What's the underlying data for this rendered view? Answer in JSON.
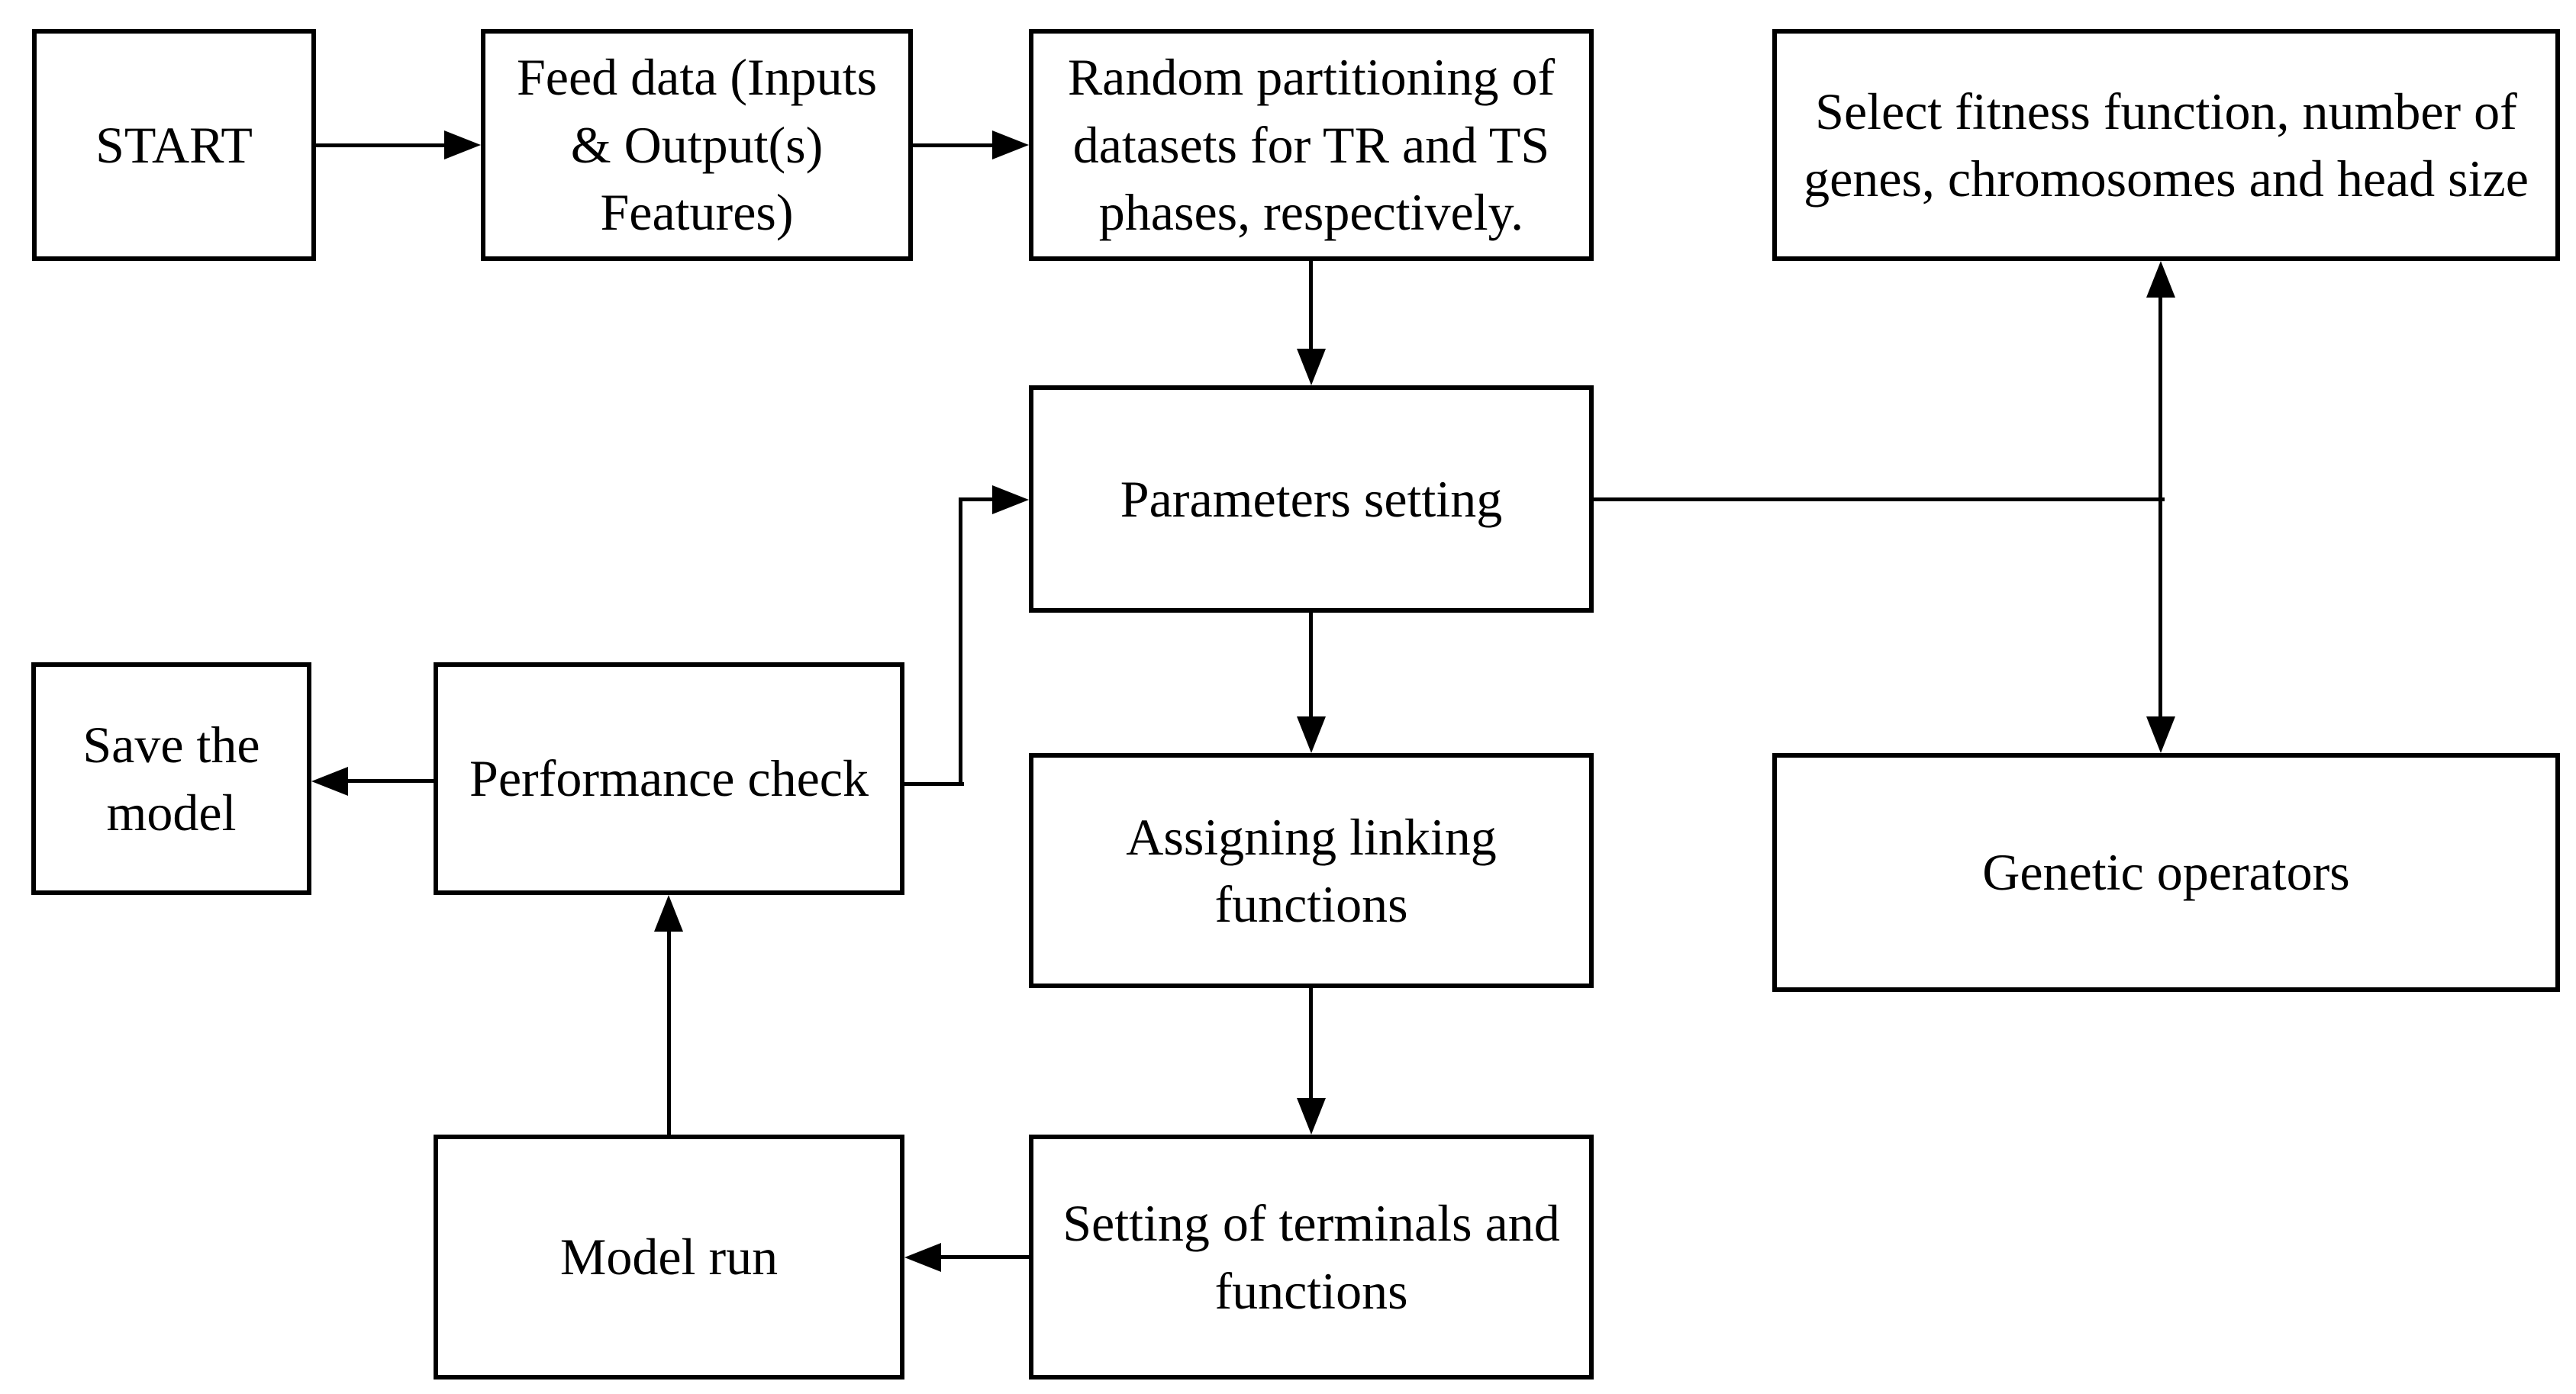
{
  "diagram": {
    "type": "flowchart",
    "background_color": "#ffffff",
    "stroke_color": "#000000",
    "nodes": {
      "start": {
        "label": "START"
      },
      "feed": {
        "label": "Feed data (Inputs\n& Output(s)\nFeatures)"
      },
      "random": {
        "label": "Random partitioning of\ndatasets for TR and TS\nphases, respectively."
      },
      "select": {
        "label": "Select fitness function, number of\ngenes, chromosomes and head size"
      },
      "params": {
        "label": "Parameters setting"
      },
      "save": {
        "label": "Save the\nmodel"
      },
      "perf": {
        "label": "Performance check"
      },
      "assign": {
        "label": "Assigning linking\nfunctions"
      },
      "genetic": {
        "label": "Genetic operators"
      },
      "modelrun": {
        "label": "Model run"
      },
      "terminals": {
        "label": "Setting of terminals and\nfunctions"
      }
    },
    "edges": [
      {
        "from": "start",
        "to": "feed",
        "style": "arrow"
      },
      {
        "from": "feed",
        "to": "random",
        "style": "arrow"
      },
      {
        "from": "random",
        "to": "params",
        "style": "arrow"
      },
      {
        "from": "params",
        "to": "select",
        "style": "elbow-double-arrow",
        "note": "shared vertical trunk"
      },
      {
        "from": "params",
        "to": "genetic",
        "style": "elbow-double-arrow",
        "note": "shared vertical trunk"
      },
      {
        "from": "params",
        "to": "assign",
        "style": "arrow"
      },
      {
        "from": "assign",
        "to": "terminals",
        "style": "arrow"
      },
      {
        "from": "terminals",
        "to": "modelrun",
        "style": "arrow"
      },
      {
        "from": "modelrun",
        "to": "perf",
        "style": "arrow"
      },
      {
        "from": "perf",
        "to": "save",
        "style": "arrow"
      },
      {
        "from": "perf",
        "to": "params",
        "style": "elbow-arrow"
      }
    ]
  }
}
